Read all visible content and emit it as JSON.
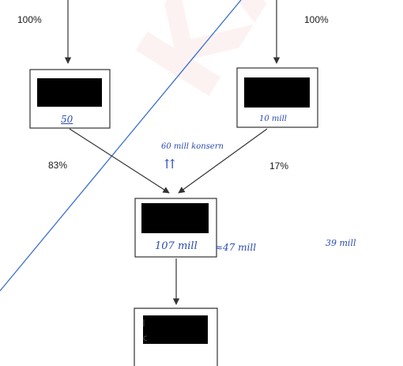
{
  "watermark": {
    "text": "KAST",
    "color": "#e84a4a"
  },
  "colors": {
    "ink": "#1a1a1a",
    "pen": "#2a4bb0",
    "redaction": "#000000"
  },
  "top_left": {
    "percent": "100%",
    "handwritten": "50"
  },
  "top_right": {
    "percent": "100%",
    "handwritten": "10 mill"
  },
  "flows": {
    "left_share": "83%",
    "right_share": "17%"
  },
  "middle": {
    "annotation": "60 mill konsern",
    "annotation_arrow": "⇈",
    "handwritten": "107 mill",
    "handwritten_extra": "≈47 mill",
    "side_note": "39 mill"
  }
}
